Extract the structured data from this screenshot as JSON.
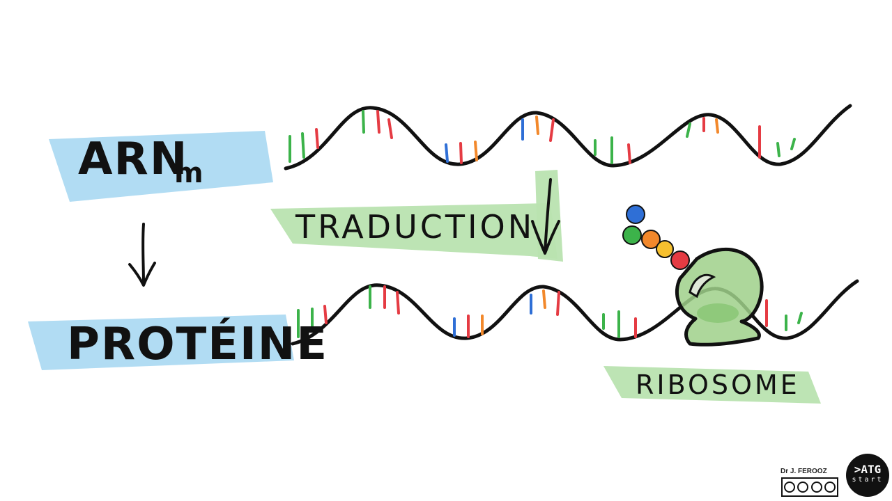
{
  "labels": {
    "arn": "ARN",
    "arn_sub": "m",
    "proteine": "PROTÉINE",
    "traduction": "TRADUCTION",
    "ribosome": "RIBOSOME"
  },
  "credit": {
    "author": "Dr J. FEROOZ"
  },
  "logo": {
    "line1": ">ATG",
    "line2": "start"
  },
  "colors": {
    "blue_band": "#a9d8f2",
    "green_band": "#b9e3b0",
    "ribosome": "#9fd08a",
    "base_green": "#3cb34a",
    "base_red": "#e53b43",
    "base_blue": "#2f6fd6",
    "base_orange": "#f2882b",
    "ink": "#111111"
  }
}
